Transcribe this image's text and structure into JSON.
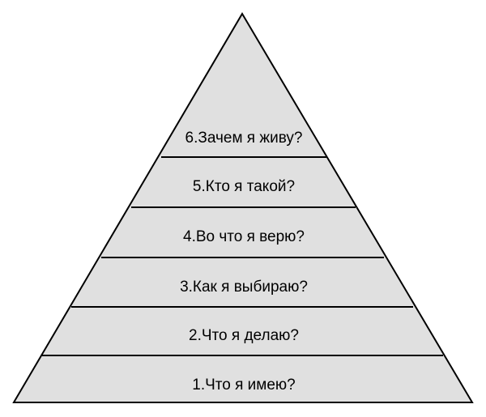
{
  "pyramid": {
    "fill_color": "#e0e0e0",
    "stroke_color": "#000000",
    "levels": [
      {
        "label": "6.Зачем я живу?"
      },
      {
        "label": "5.Кто я такой?"
      },
      {
        "label": "4.Во что я верю?"
      },
      {
        "label": "3.Как я выбираю?"
      },
      {
        "label": "2.Что я делаю?"
      },
      {
        "label": "1.Что я имею?"
      }
    ]
  }
}
